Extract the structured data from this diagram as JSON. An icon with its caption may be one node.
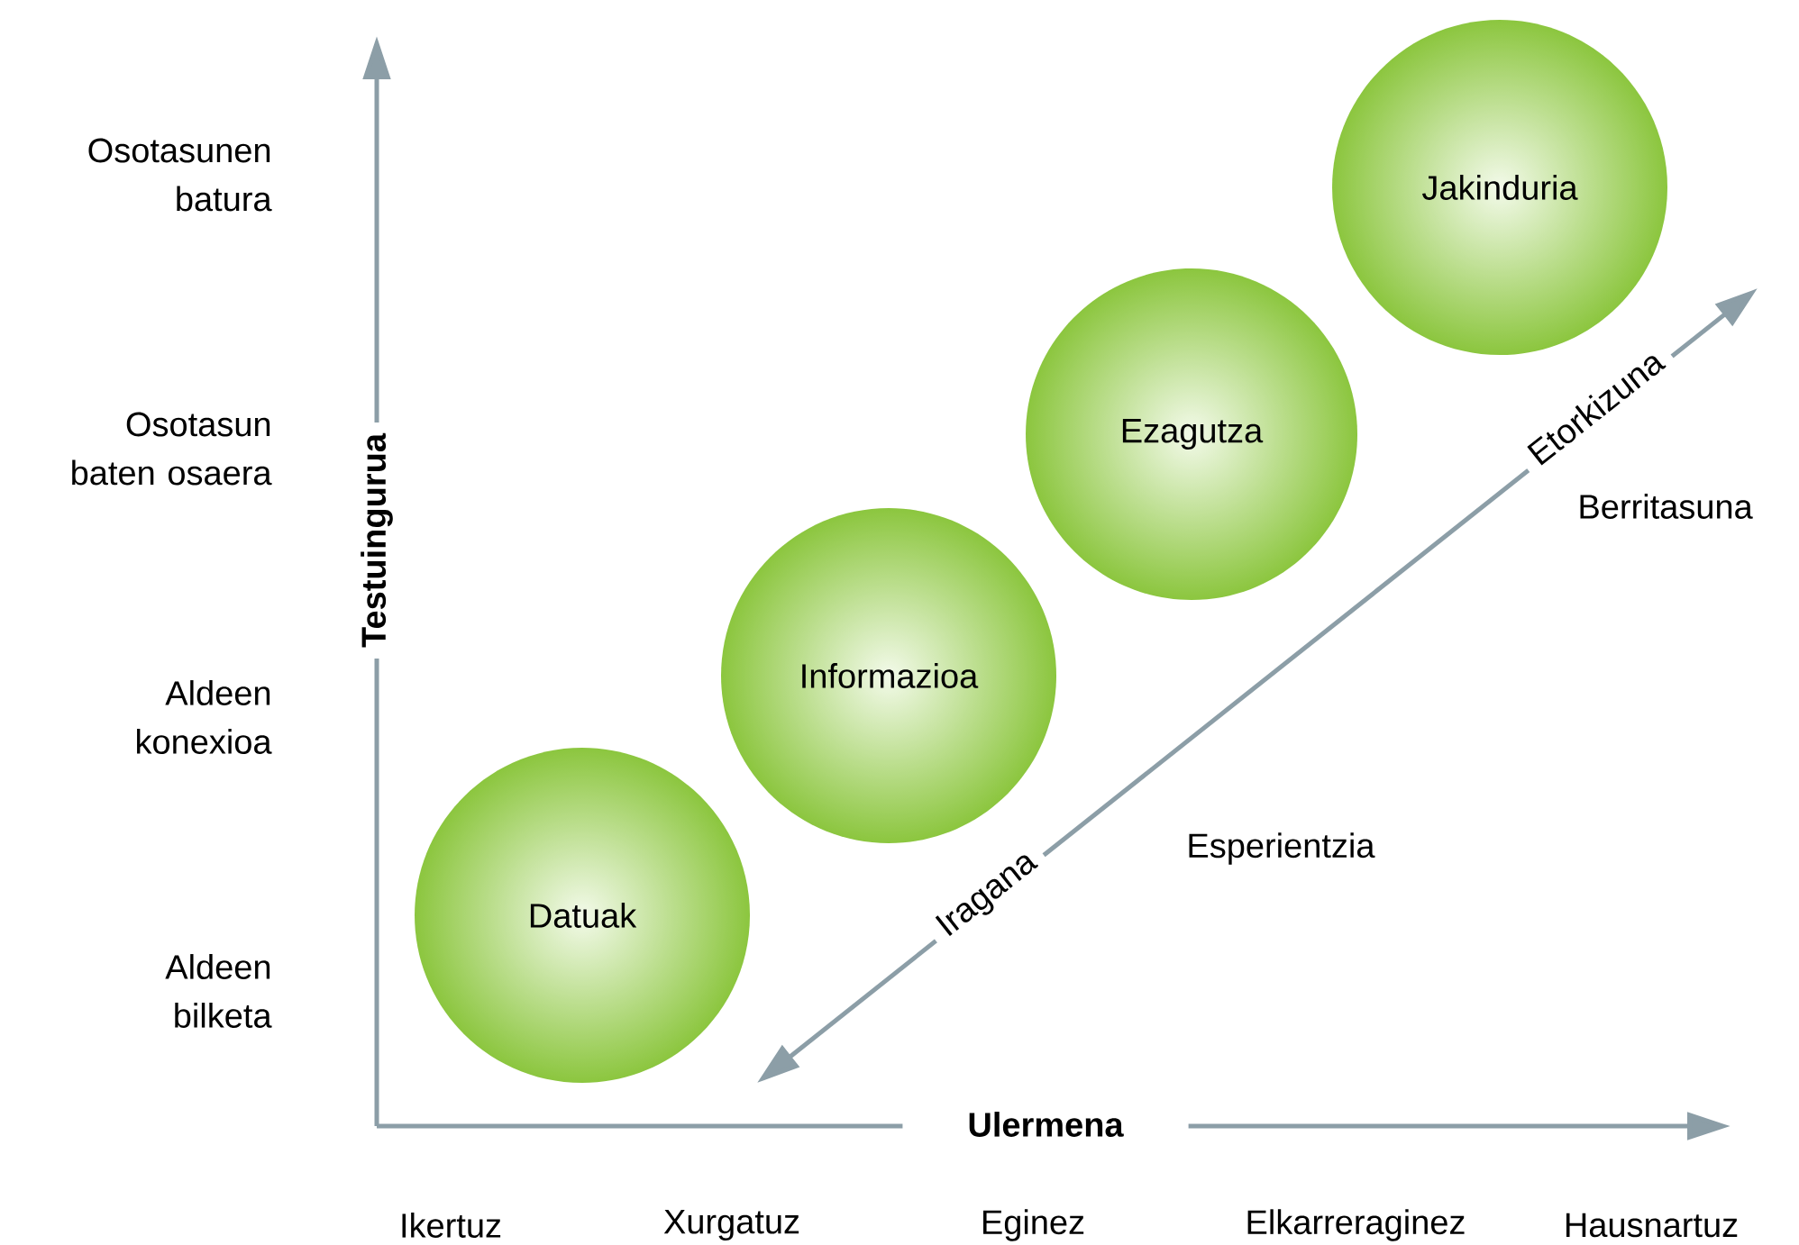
{
  "diagram": {
    "nodes": [
      {
        "text": [
          "Datuak"
        ]
      },
      {
        "text": [
          "Informazioa"
        ]
      },
      {
        "text": [
          "Ezagutza"
        ]
      },
      {
        "text": [
          "Jakinduria"
        ]
      }
    ],
    "labels": [
      "Osotasunen batura",
      "Osotasun baten osaera",
      "Aldeen konexioa",
      "Aldeen bilketa",
      "Testuingurua",
      "Etorkizuna",
      "Berritasuna",
      "Esperientzia",
      "Iragana",
      "Ulermena",
      "Ikertuz",
      "Xurgatuz",
      "Eginez",
      "Elkarreraginez",
      "Hausnartuz"
    ]
  }
}
